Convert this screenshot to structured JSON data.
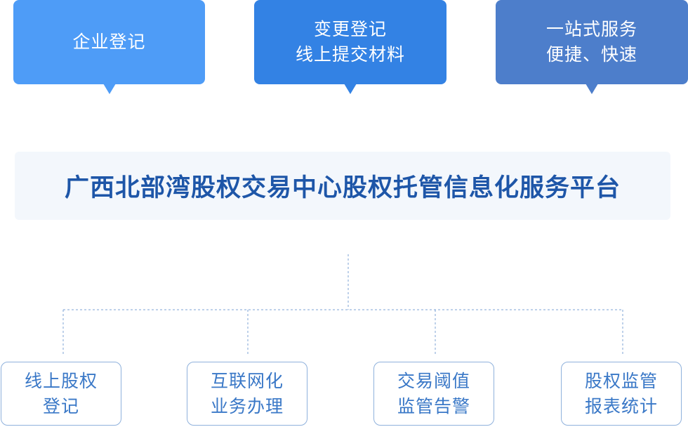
{
  "bubbles": [
    {
      "lines": [
        "企业登记"
      ]
    },
    {
      "lines": [
        "变更登记",
        "线上提交材料"
      ]
    },
    {
      "lines": [
        "一站式服务",
        "便捷、快速"
      ]
    }
  ],
  "platform": {
    "title": "广西北部湾股权交易中心股权托管信息化服务平台"
  },
  "nodes": [
    {
      "lines": [
        "线上股权",
        "登记"
      ]
    },
    {
      "lines": [
        "互联网化",
        "业务办理"
      ]
    },
    {
      "lines": [
        "交易阈值",
        "监管告警"
      ]
    },
    {
      "lines": [
        "股权监管",
        "报表统计"
      ]
    }
  ],
  "colors": {
    "bubble_1": "#4e9cf7",
    "bubble_2": "#3382e4",
    "bubble_3": "#4d7ecb",
    "title": "#1e56a8",
    "node_text": "#3a78c7",
    "connector": "#7ea3d6"
  }
}
